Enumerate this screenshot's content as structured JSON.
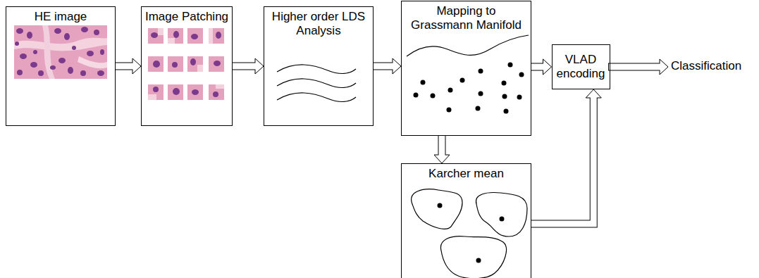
{
  "diagram": {
    "nodes": [
      {
        "text": [
          "HE image"
        ]
      },
      {
        "text": [
          "Image Patching"
        ]
      },
      {
        "text": [
          "Higher order LDS Analysis"
        ]
      },
      {
        "text": [
          "Mapping to Grassmann Manifold"
        ]
      },
      {
        "text": [
          "VLAD encoding"
        ]
      },
      {
        "text": [
          "Karcher mean"
        ]
      }
    ],
    "edges": [
      {
        "from": 0,
        "to": 1,
        "arrow": "to"
      },
      {
        "from": 1,
        "to": 2,
        "arrow": "to"
      },
      {
        "from": 2,
        "to": 3,
        "arrow": "to"
      },
      {
        "from": 3,
        "to": 4,
        "arrow": "to"
      },
      {
        "from": 3,
        "to": 5,
        "arrow": "to"
      },
      {
        "from": 5,
        "to": 4,
        "arrow": "to"
      }
    ],
    "labels": [
      "Classification"
    ]
  }
}
